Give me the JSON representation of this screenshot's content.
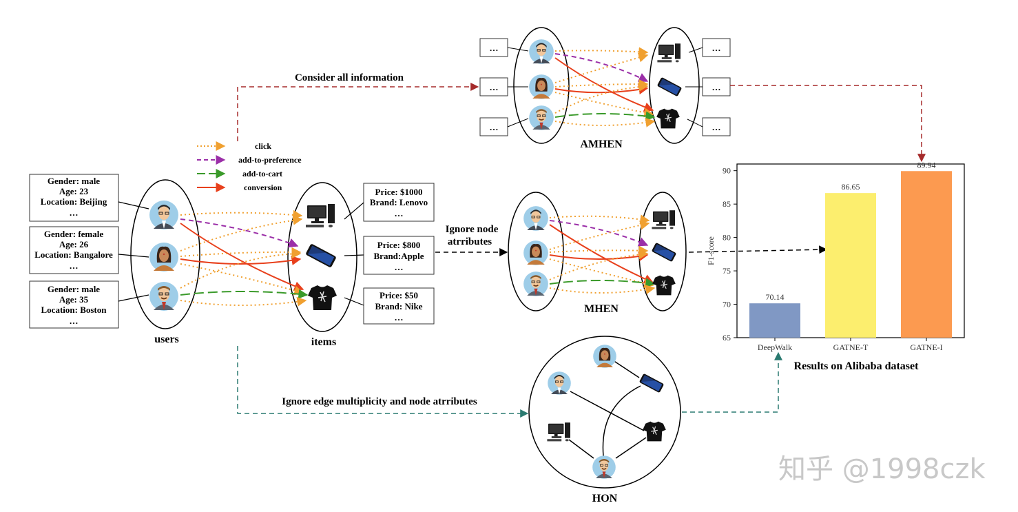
{
  "legend": {
    "items": [
      {
        "label": "click",
        "color": "#f0a030",
        "style": "dotted"
      },
      {
        "label": "add-to-preference",
        "color": "#9b2fa8",
        "style": "dashed"
      },
      {
        "label": "add-to-cart",
        "color": "#3a9a2a",
        "style": "longdash"
      },
      {
        "label": "conversion",
        "color": "#e8401c",
        "style": "solid"
      }
    ]
  },
  "users": {
    "title": "users",
    "profiles": [
      {
        "gender": "Gender: male",
        "age": "Age: 23",
        "location": "Location: Beijing",
        "more": "…"
      },
      {
        "gender": "Gender: female",
        "age": "Age: 26",
        "location": "Location: Bangalore",
        "more": "…"
      },
      {
        "gender": "Gender: male",
        "age": "Age: 35",
        "location": "Location: Boston",
        "more": "…"
      }
    ]
  },
  "items": {
    "title": "items",
    "attrs": [
      {
        "price": "Price: $1000",
        "brand": "Brand: Lenovo",
        "more": "…"
      },
      {
        "price": "Price: $800",
        "brand": "Brand:Apple",
        "more": "…"
      },
      {
        "price": "Price: $50",
        "brand": "Brand: Nike",
        "more": "…"
      }
    ]
  },
  "amhen": {
    "title": "AMHEN",
    "box_text": "…"
  },
  "mhen": {
    "title": "MHEN"
  },
  "hon": {
    "title": "HON"
  },
  "arrows": {
    "consider": "Consider all information",
    "ignore_attr_line1": "Ignore node",
    "ignore_attr_line2": "atrributes",
    "ignore_both": "Ignore edge multiplicity and node atrributes"
  },
  "chart_data": {
    "type": "bar",
    "title": "Results on Alibaba dataset",
    "xlabel": "",
    "ylabel": "F1-score",
    "categories": [
      "DeepWalk",
      "GATNE-T",
      "GATNE-I"
    ],
    "values": [
      70.14,
      86.65,
      89.94
    ],
    "value_labels": [
      "70.14",
      "86.65",
      "89.94"
    ],
    "colors": [
      "#8098c4",
      "#fcee6e",
      "#fc9a50"
    ],
    "ylim": [
      65,
      91
    ],
    "yticks": [
      65,
      70,
      75,
      80,
      85,
      90
    ],
    "grid": false
  },
  "watermark": "知乎 @1998czk",
  "colors": {
    "click": "#f0a030",
    "preference": "#9b2fa8",
    "cart": "#3a9a2a",
    "conversion": "#e8401c",
    "consider_arrow": "#a52a2a",
    "hon_arrow": "#2a7a70"
  }
}
